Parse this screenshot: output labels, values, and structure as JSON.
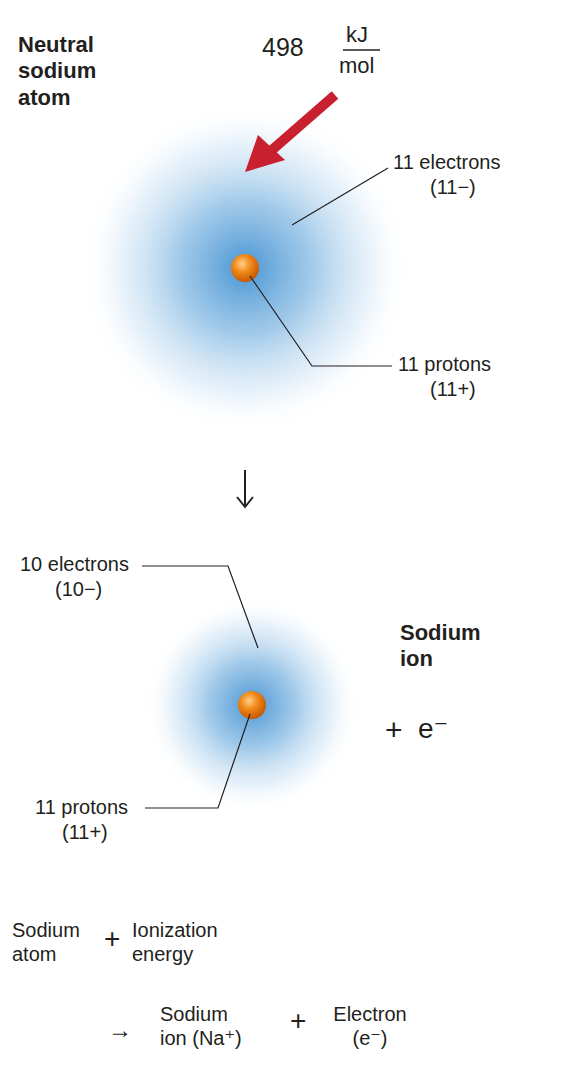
{
  "diagram": {
    "labels": [
      "Neutral sodium atom",
      "498",
      "kJ",
      "mol",
      "11 electrons",
      "(11−)",
      "11 protons",
      "(11+)",
      "10 electrons",
      "(10−)",
      "Sodium ion",
      "+",
      "e⁻",
      "11 protons",
      "(11+)",
      "Sodium atom",
      "+",
      "Ionization energy",
      "→",
      "Sodium ion (Na⁺)",
      "+",
      "Electron (e⁻)"
    ]
  }
}
